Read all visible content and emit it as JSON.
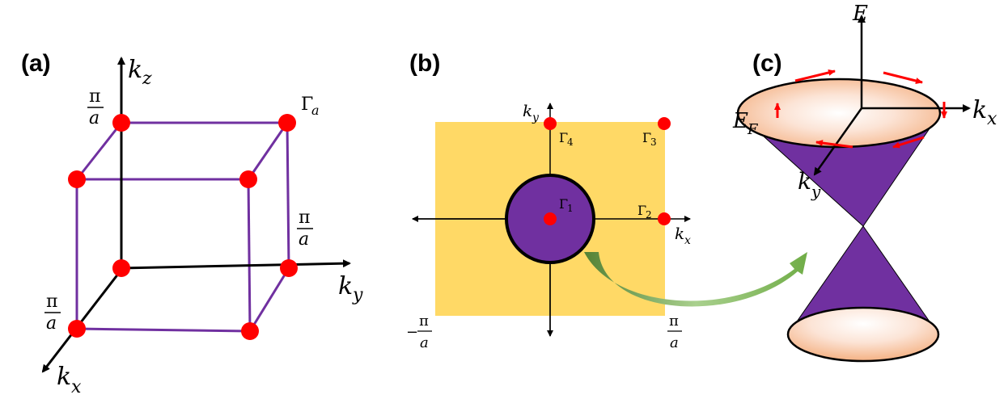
{
  "panels": {
    "a": {
      "label": "(a)",
      "axis_kz": "k",
      "axis_kz_sub": "z",
      "axis_ky": "k",
      "axis_ky_sub": "y",
      "axis_kx": "k",
      "axis_kx_sub": "x",
      "pi_symbol": "π",
      "a_symbol": "a",
      "gamma_label": "Γ",
      "gamma_sub": "a"
    },
    "b": {
      "label": "(b)",
      "axis_ky": "k",
      "axis_ky_sub": "y",
      "axis_kx": "k",
      "axis_kx_sub": "x",
      "gamma_symbol": "Γ",
      "gamma_subs": [
        "1",
        "2",
        "3",
        "4"
      ],
      "minus_sign": "−",
      "pi_symbol": "π",
      "a_symbol": "a"
    },
    "c": {
      "label": "(c)",
      "axis_e": "E",
      "axis_kx": "k",
      "axis_kx_sub": "x",
      "axis_ky": "k",
      "axis_ky_sub": "y",
      "fermi": "E",
      "fermi_sub": "F"
    }
  },
  "colors": {
    "lattice_edge": "#7030A0",
    "node": "#FF0000",
    "bz_fill": "#FFD966",
    "fermi_disc": "#7030A0",
    "cone": "#7030A0",
    "cone_rim": "#F4B183",
    "spin_arrow": "#FF0000",
    "arrow_green": "#70AD47"
  }
}
